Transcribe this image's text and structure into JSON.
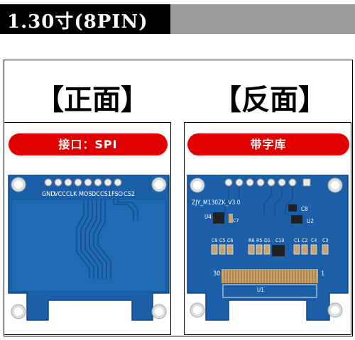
{
  "header": {
    "title": "1.30寸(8PIN)"
  },
  "front": {
    "title": "【正面】",
    "pill_label": "接口：SPI",
    "pins": [
      "GND",
      "VCC",
      "CLK",
      "MOS",
      "DC",
      "CS1",
      "FSO",
      "CS2"
    ]
  },
  "back": {
    "title": "【反面】",
    "pill_label": "带字库",
    "board_label": "ZJY_M130ZK_V3.0",
    "labels": {
      "u4": "U4",
      "u2": "U2",
      "u1": "U1",
      "c8": "C8",
      "c7": "C7",
      "pin30": "30",
      "pin1": "1",
      "caps": [
        "C9",
        "C5",
        "C6",
        "R6",
        "R5",
        "D1",
        "C10",
        "C1",
        "C2",
        "C4",
        "C3"
      ]
    }
  },
  "colors": {
    "pcb": "#1a5fa8",
    "pcb_edge": "#0f4788",
    "pill": "#e00000"
  }
}
